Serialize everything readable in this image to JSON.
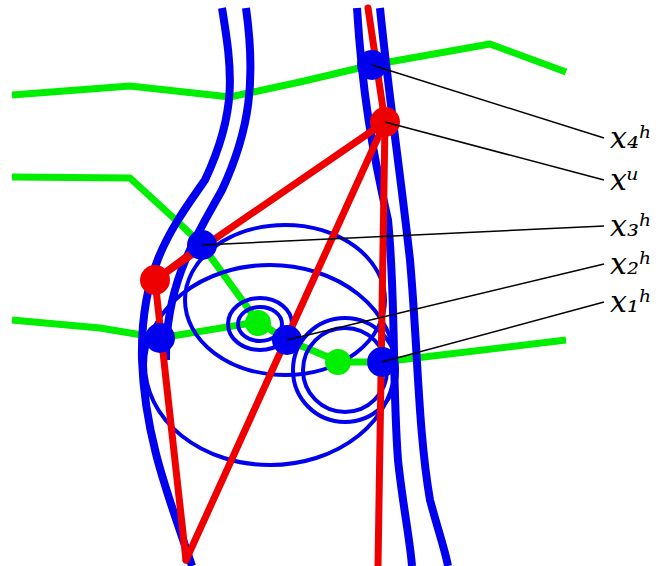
{
  "diagram": {
    "labels": [
      "x₄ʰ",
      "xᵘ",
      "x₃ʰ",
      "x₂ʰ",
      "x₁ʰ"
    ]
  }
}
